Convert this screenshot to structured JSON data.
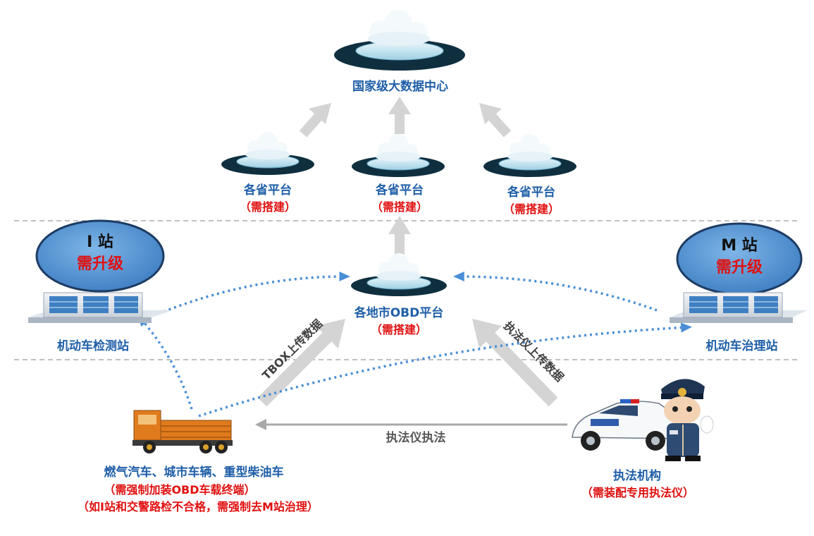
{
  "national_center": {
    "label": "国家级大数据中心"
  },
  "provincial_platforms": [
    {
      "label": "各省平台",
      "note": "（需搭建）"
    },
    {
      "label": "各省平台",
      "note": "（需搭建）"
    },
    {
      "label": "各省平台",
      "note": "（需搭建）"
    }
  ],
  "city_platform": {
    "label": "各地市OBD平台",
    "note": "（需搭建）"
  },
  "i_station": {
    "badge_title": "I 站",
    "badge_note": "需升级",
    "label": "机动车检测站"
  },
  "m_station": {
    "badge_title": "M 站",
    "badge_note": "需升级",
    "label": "机动车治理站"
  },
  "arrows": {
    "tbox": "TBOX上传数据",
    "device_upload": "执法仪上传数据",
    "enforcement": "执法仪执法"
  },
  "vehicles": {
    "label": "燃气汽车、城市车辆、重型柴油车",
    "note1": "（需强制加装OBD车载终端）",
    "note2": "（如I站和交警路检不合格，需强制去M站治理）"
  },
  "law_enforcement": {
    "label": "执法机构",
    "note": "（需装配专用执法仪）"
  },
  "colors": {
    "title_blue": "#1f5fa8",
    "note_red": "#e01010",
    "arrow_gray": "#d0d0d0",
    "dotted_blue": "#4a8fd6"
  }
}
